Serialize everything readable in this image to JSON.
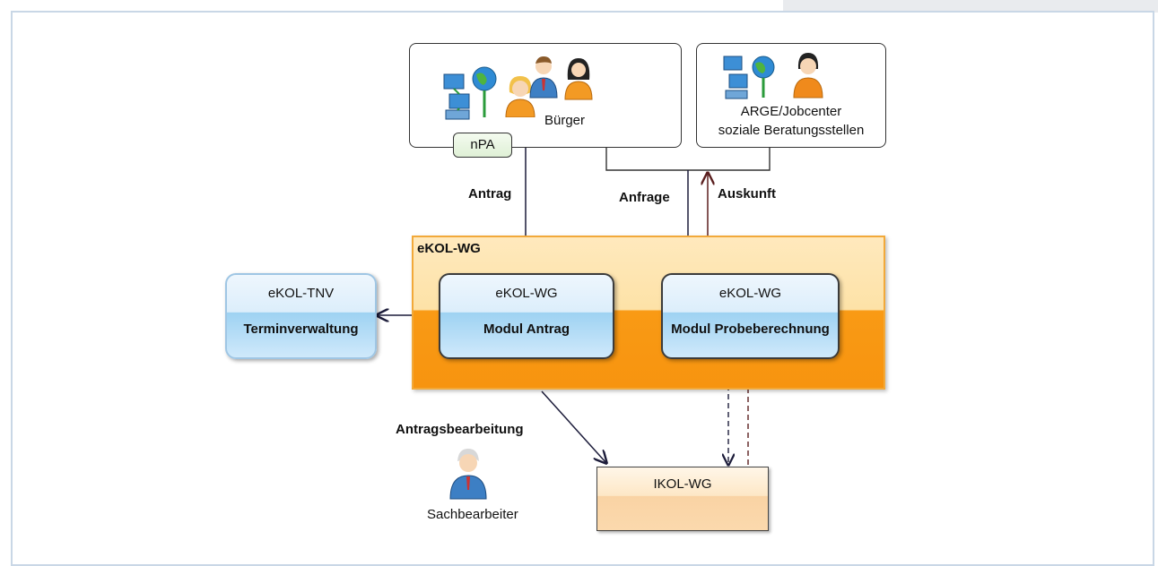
{
  "nodes": {
    "buerger": {
      "label": "Bürger",
      "badge": "nPA"
    },
    "arge": {
      "line1": "ARGE/Jobcenter",
      "line2": "soziale Beratungsstellen"
    },
    "group": {
      "title": "eKOL-WG"
    },
    "tnv": {
      "title": "eKOL-TNV",
      "subtitle": "Terminverwaltung"
    },
    "modul_antrag": {
      "title": "eKOL-WG",
      "subtitle": "Modul Antrag"
    },
    "modul_probe": {
      "title": "eKOL-WG",
      "subtitle": "Modul Probeberechnung"
    },
    "ikol": {
      "title": "IKOL-WG"
    },
    "sachbearbeiter": {
      "heading": "Antragsbearbeitung",
      "label": "Sachbearbeiter"
    }
  },
  "edges": {
    "antrag": "Antrag",
    "anfrage": "Anfrage",
    "auskunft": "Auskunft"
  },
  "icons": [
    "computer-network-icon",
    "globe-icon",
    "woman-user-icon",
    "man-user-icon",
    "woman-dark-user-icon",
    "orange-user-icon",
    "clerk-user-icon"
  ],
  "colors": {
    "group_fill_top": "#fde2a7",
    "group_fill_bottom": "#f7940f",
    "module_blue": "#9ed2f2",
    "ikol_fill": "#f9d3a4",
    "auskunft_arrow": "#5a1e1e"
  }
}
